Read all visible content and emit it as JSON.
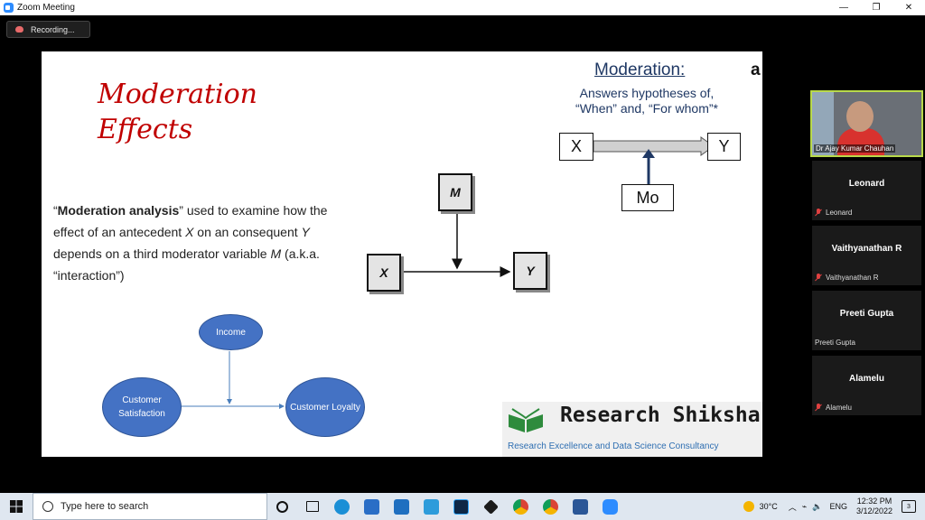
{
  "window": {
    "title": "Zoom Meeting",
    "minimize": "—",
    "maximize": "❐",
    "close": "✕"
  },
  "recording": {
    "label": "Recording..."
  },
  "slide": {
    "title_line1": "Moderation",
    "title_line2": "Effects",
    "desc_bold": "Moderation analysis",
    "desc_rest_1": "” used to examine how the effect of an antecedent ",
    "desc_x": "X",
    "desc_rest_2": " on an consequent ",
    "desc_y": "Y",
    "desc_rest_3": " depends on a third moderator variable ",
    "desc_m": "M",
    "desc_rest_4": " (a.k.a. “interaction”)",
    "desc_open_quote": "“",
    "center_diagram": {
      "m": "M",
      "x": "X",
      "y": "Y"
    },
    "example": {
      "moderator": "Income",
      "antecedent": "Customer Satisfaction",
      "consequent": "Customer Loyalty"
    },
    "right_diagram": {
      "heading": "Moderation:",
      "heading_trail": "a",
      "subtitle_line1": "Answers hypotheses of,",
      "subtitle_line2": "“When” and, “For whom”*",
      "x": "X",
      "y": "Y",
      "mo": "Mo"
    },
    "logo": {
      "name": "Research Shiksha",
      "tagline": "Research Excellence and Data Science Consultancy"
    }
  },
  "participants": [
    {
      "video_name": "Dr Ajay Kumar Chauhan"
    },
    {
      "display": "Leonard",
      "name": "Leonard",
      "muted": true
    },
    {
      "display": "Vaithyanathan R",
      "name": "Vaithyanathan R",
      "muted": true
    },
    {
      "display": "Preeti Gupta",
      "name": "Preeti Gupta",
      "muted": false
    },
    {
      "display": "Alamelu",
      "name": "Alamelu",
      "muted": true
    }
  ],
  "taskbar": {
    "search_placeholder": "Type here to search",
    "weather": "30°C",
    "lang": "ENG",
    "time": "12:32 PM",
    "date": "3/12/2022",
    "notifications": "3"
  }
}
